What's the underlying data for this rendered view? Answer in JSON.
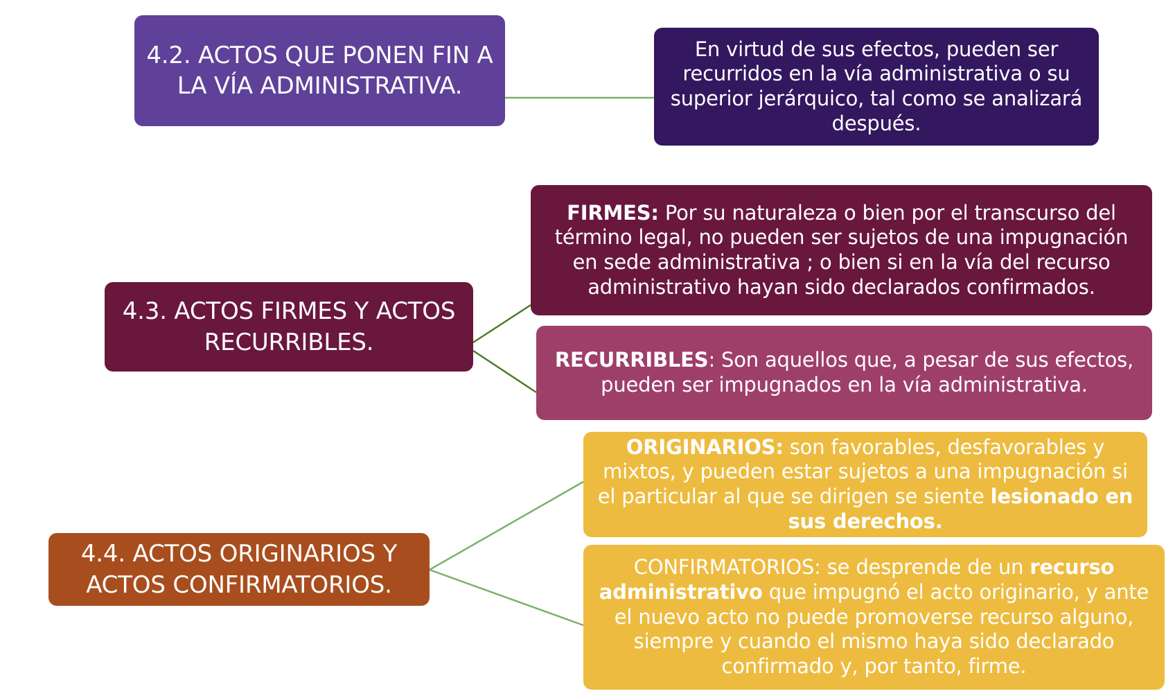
{
  "colors": {
    "topic_4_2": "#5f4199",
    "detail_4_2": "#33175f",
    "topic_4_3": "#69173d",
    "detail_firmes": "#69173d",
    "detail_recurribles": "#9e3f6a",
    "topic_4_4": "#a84e1e",
    "detail_originarios": "#edbb3f",
    "detail_confirmatorios": "#edbb3f",
    "line_light": "#7ab16a",
    "line_dark": "#4a7d2c"
  },
  "topics": {
    "t42": "4.2. ACTOS QUE PONEN FIN A LA VÍA ADMINISTRATIVA.",
    "t43": "4.3. ACTOS FIRMES Y ACTOS RECURRIBLES.",
    "t44": "4.4. ACTOS ORIGINARIOS Y ACTOS CONFIRMATORIOS."
  },
  "details": {
    "efectos": "En virtud de sus efectos, pueden ser recurridos en la vía administrativa o su superior jerárquico, tal como se analizará después.",
    "firmes_term": "FIRMES:",
    "firmes_text": " Por su naturaleza o bien por el transcurso del término legal, no pueden ser sujetos de una impugnación en sede administrativa ; o bien si en la vía del recurso administrativo hayan sido declarados confirmados.",
    "recurribles_term": "RECURRIBLES",
    "recurribles_text": ": Son aquellos que, a pesar de sus efectos, pueden ser impugnados en la vía administrativa.",
    "originarios_term": "ORIGINARIOS:",
    "originarios_text": " son favorables, desfavorables y mixtos, y pueden estar sujetos a una impugnación si el particular al que se dirigen se siente ",
    "originarios_emph": "lesionado en sus derechos.",
    "confirmatorios_lead": "CONFIRMATORIOS: se desprende de un ",
    "confirmatorios_emph": "recurso administrativo",
    "confirmatorios_text": " que impugnó el acto originario, y ante el nuevo acto no puede promoverse recurso alguno, siempre y cuando el mismo haya sido declarado confirmado y, por tanto, firme."
  }
}
